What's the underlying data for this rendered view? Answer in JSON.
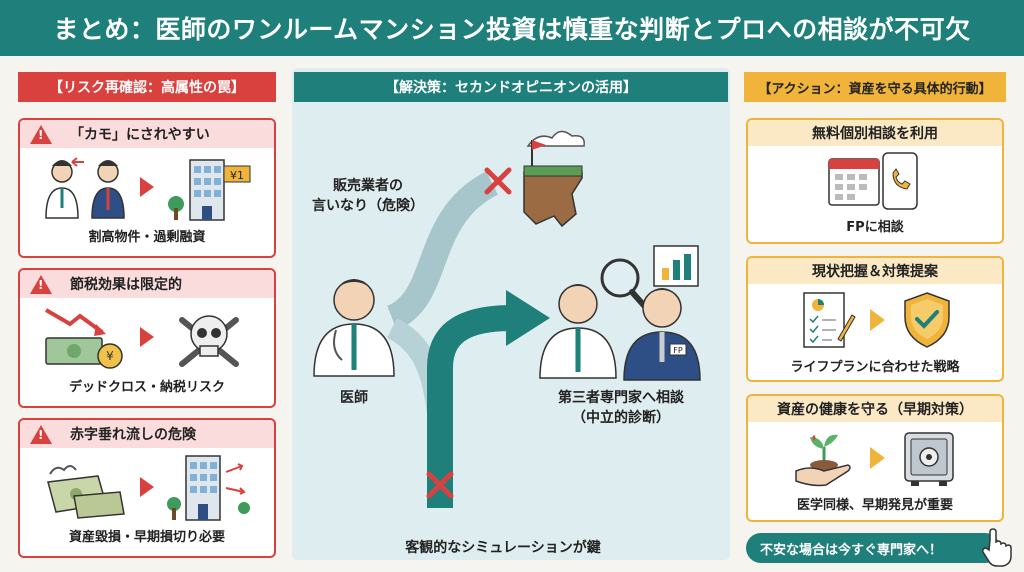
{
  "title": "まとめ：医師のワンルームマンション投資は慎重な判断とプロへの相談が不可欠",
  "left": {
    "header": "【リスク再確認：高属性の罠】",
    "cards": [
      {
        "title": "「カモ」にされやすい",
        "caption": "割高物件・過剰融資",
        "price_tag": "¥1"
      },
      {
        "title": "節税効果は限定的",
        "caption": "デッドクロス・納税リスク",
        "coin": "¥"
      },
      {
        "title": "赤字垂れ流しの危険",
        "caption": "資産毀損・早期損切り必要"
      }
    ]
  },
  "center": {
    "header": "【解決策：セカンドオピニオンの活用】",
    "bad_path": "販売業者の\n言いなり（危険）",
    "doctor_label": "医師",
    "good_path": "第三者専門家へ相談\n（中立的診断）",
    "fp_badge": "FP",
    "footer": "客観的なシミュレーションが鍵"
  },
  "right": {
    "header": "【アクション：資産を守る具体的行動】",
    "cards": [
      {
        "title": "無料個別相談を利用",
        "caption": "FPに相談"
      },
      {
        "title": "現状把握＆対策提案",
        "caption": "ライフプランに合わせた戦略"
      },
      {
        "title": "資産の健康を守る（早期対策）",
        "caption": "医学同様、早期発見が重要"
      }
    ],
    "cta": "不安な場合は今すぐ専門家へ！"
  },
  "colors": {
    "teal": "#1f7f7a",
    "red": "#d9413f",
    "yellow": "#f0b43a",
    "panel": "#deedef"
  }
}
